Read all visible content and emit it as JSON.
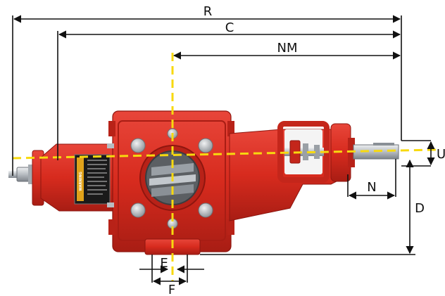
{
  "dimensions": {
    "R": "R",
    "C": "C",
    "NM": "NM",
    "U": "U",
    "N": "N",
    "D": "D",
    "E": "E",
    "F": "F"
  },
  "label": {
    "warning": "WARNING"
  },
  "colors": {
    "pump_body": "#d72b1e",
    "pump_dark": "#a81d14",
    "pump_shadow": "#8e160f",
    "centerline": "#f7d90f",
    "metal": "#c9cdd1",
    "dim_line": "#111111"
  }
}
